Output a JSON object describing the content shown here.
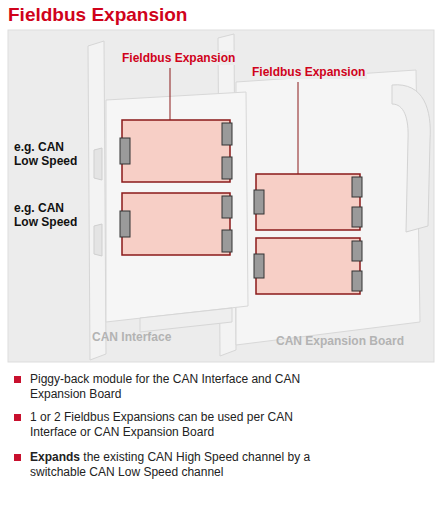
{
  "diagram": {
    "title": "Fieldbus Expansion",
    "labels": [
      "e.g. CAN Low Speed",
      "e.g. CAN Low Speed",
      "Fieldbus Expansion",
      "Fieldbus Expansion",
      "CAN Interface",
      "CAN Expansion Board",
      "Piggy-back module for the CAN Interface and CAN Expansion Board",
      "1 or 2 Fieldbus Expansions can be used per CAN Interface or CAN Expansion Board",
      "Expands the existing CAN High Speed channel by a switchable CAN Low Speed channel"
    ]
  }
}
